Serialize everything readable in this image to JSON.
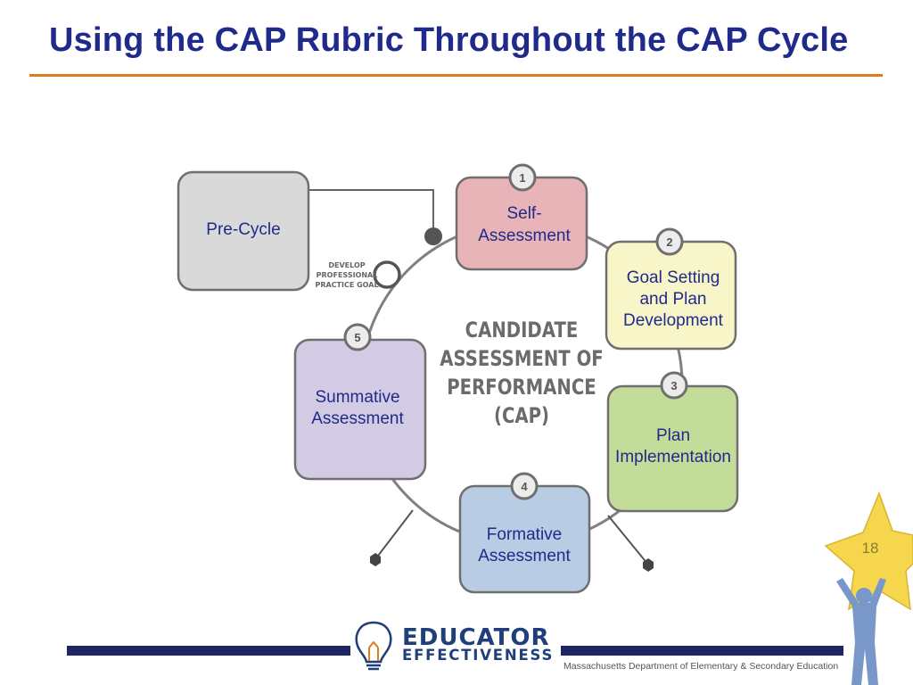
{
  "slide": {
    "title": "Using the CAP Rubric Throughout the CAP Cycle",
    "page_number": "18"
  },
  "diagram": {
    "center_title": [
      "CANDIDATE",
      "ASSESSMENT OF",
      "PERFORMANCE",
      "(CAP)"
    ],
    "goal_note": [
      "DEVELOP",
      "PROFESSIONAL",
      "PRACTICE GOAL"
    ],
    "pre_cycle": {
      "label": "Pre-Cycle"
    },
    "stages": [
      {
        "number": "1",
        "label": [
          "Self-",
          "Assessment"
        ]
      },
      {
        "number": "2",
        "label": [
          "Goal Setting",
          "and Plan",
          "Development"
        ]
      },
      {
        "number": "3",
        "label": [
          "Plan",
          "Implementation"
        ]
      },
      {
        "number": "4",
        "label": [
          "Formative",
          "Assessment"
        ]
      },
      {
        "number": "5",
        "label": [
          "Summative",
          "Assessment"
        ]
      }
    ],
    "colors": {
      "pre_cycle": "#d9d9d9",
      "stage1": "#e8b4b8",
      "stage2": "#f8f6c8",
      "stage3": "#c4dc9a",
      "stage4": "#b8cce4",
      "stage5": "#d3cbe3",
      "ring": "#808080"
    }
  },
  "footer": {
    "logo_line1": "EDUCATOR",
    "logo_line2": "EFFECTIVENESS",
    "agency": "Massachusetts Department of Elementary & Secondary  Education",
    "icon": "lightbulb-icon",
    "mascot": "star-person-icon"
  }
}
